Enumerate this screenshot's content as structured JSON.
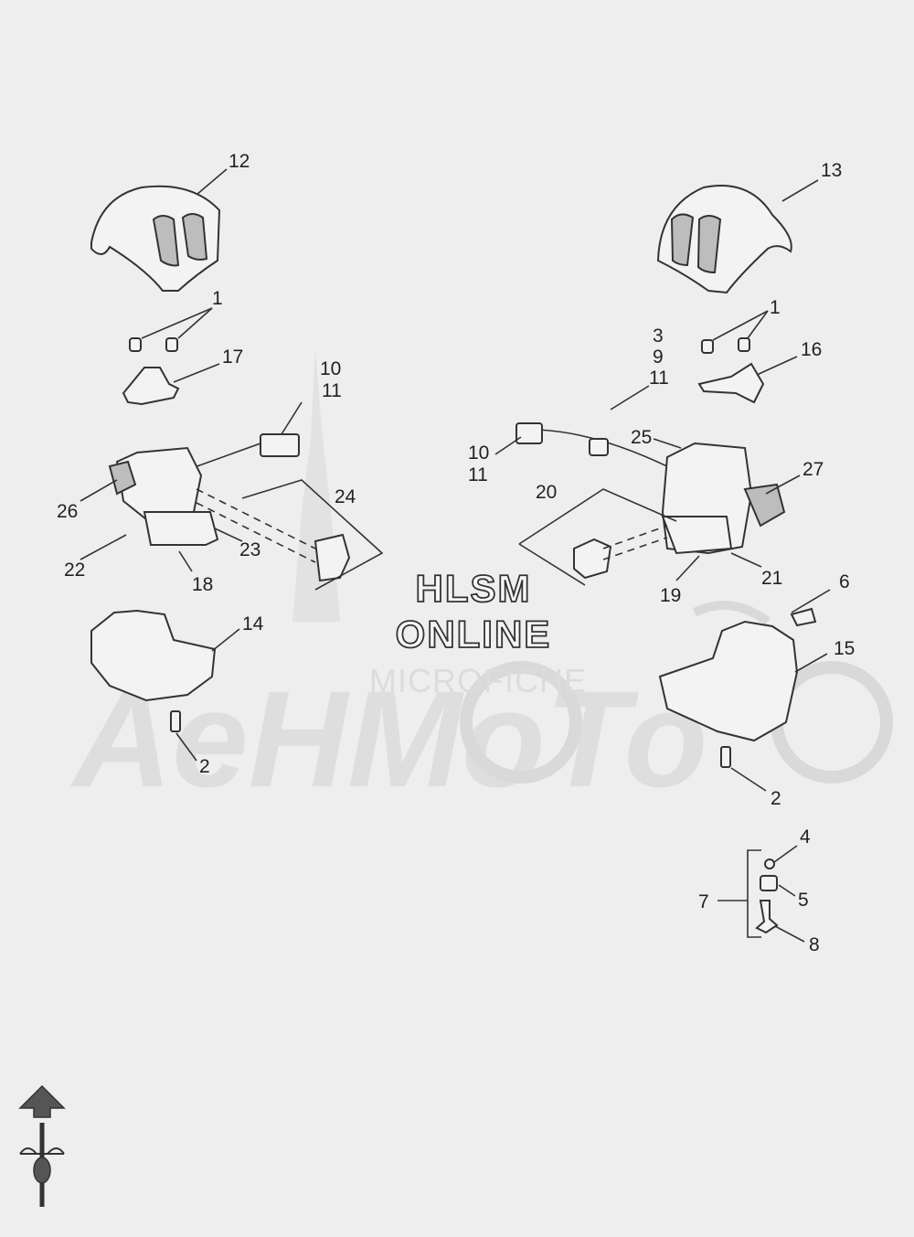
{
  "watermark": {
    "line1": "HLSM",
    "line2": "ONLINE",
    "line3": "MICROFICHE",
    "background_text": "AeHMoTo"
  },
  "callouts": {
    "c12": "12",
    "c13": "13",
    "c1_left": "1",
    "c1_right": "1",
    "c17": "17",
    "c16": "16",
    "c10_left": "10",
    "c11_left": "11",
    "c3": "3",
    "c9": "9",
    "c11_rtop": "11",
    "c10_rbot": "10",
    "c11_rbot": "11",
    "c25": "25",
    "c27": "27",
    "c20": "20",
    "c26": "26",
    "c24": "24",
    "c22": "22",
    "c23": "23",
    "c18": "18",
    "c21": "21",
    "c19": "19",
    "c6": "6",
    "c14": "14",
    "c15": "15",
    "c2_left": "2",
    "c2_right": "2",
    "c4": "4",
    "c5": "5",
    "c7": "7",
    "c8": "8"
  },
  "icons": {
    "orientation": "forward-arrow-icon"
  },
  "colors": {
    "line": "#333333",
    "background": "#eeeeee",
    "part_fill": "#f3f3f3"
  }
}
